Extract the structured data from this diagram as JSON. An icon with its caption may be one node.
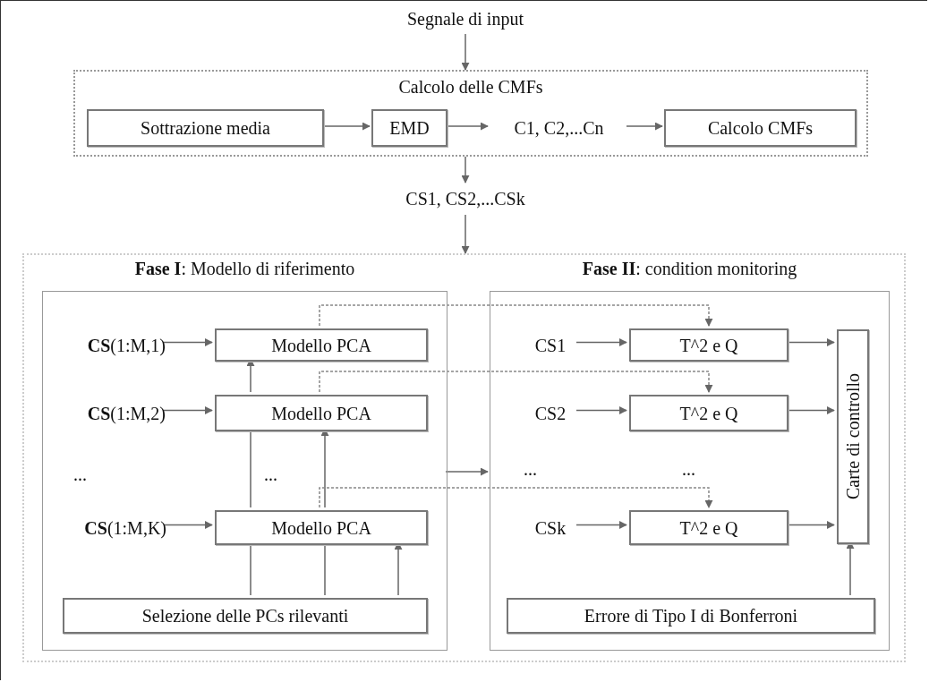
{
  "diagram": {
    "nodes": [
      {
        "text": [
          "Segnale di input"
        ]
      },
      {
        "text": [
          "Calcolo delle CMFs"
        ]
      },
      {
        "text": [
          "Sottrazione media"
        ],
        "in": 1
      },
      {
        "text": [
          "EMD"
        ],
        "in": 1
      },
      {
        "text": [
          "C1, C2,...Cn"
        ],
        "in": 1
      },
      {
        "text": [
          "Calcolo CMFs"
        ],
        "in": 1
      },
      {
        "text": [
          "CS1, CS2,...CSk"
        ]
      },
      {
        "text": [],
        "shape": "box"
      },
      {
        "text": [
          "**Fase I**: Modello di riferimento"
        ],
        "in": 7
      },
      {
        "text": [
          "**CS**(1:M,1)"
        ],
        "in": 8
      },
      {
        "text": [
          "Modello PCA"
        ],
        "in": 8
      },
      {
        "text": [
          "**CS**(1:M,2)"
        ],
        "in": 8
      },
      {
        "text": [
          "Modello PCA"
        ],
        "in": 8
      },
      {
        "text": [
          "**CS**(1:M,K)"
        ],
        "in": 8
      },
      {
        "text": [
          "Modello PCA"
        ],
        "in": 8
      },
      {
        "text": [
          "Selezione delle PCs rilevanti"
        ],
        "in": 8
      },
      {
        "text": [
          "**Fase II**: condition monitoring"
        ],
        "in": 7
      },
      {
        "text": [
          "CS1"
        ],
        "in": 16
      },
      {
        "text": [
          "T^2 e Q"
        ],
        "in": 16
      },
      {
        "text": [
          "CS2"
        ],
        "in": 16
      },
      {
        "text": [
          "T^2 e Q"
        ],
        "in": 16
      },
      {
        "text": [
          "CSk"
        ],
        "in": 16
      },
      {
        "text": [
          "T^2 e Q"
        ],
        "in": 16
      },
      {
        "text": [
          "Carte di controllo"
        ],
        "in": 16
      },
      {
        "text": [
          "Errore di Tipo I di Bonferroni"
        ],
        "in": 16
      }
    ],
    "edges": [
      {
        "from": 0,
        "to": 1,
        "arrow": "to"
      },
      {
        "from": 2,
        "to": 3,
        "arrow": "to"
      },
      {
        "from": 3,
        "to": 4,
        "arrow": "to"
      },
      {
        "from": 4,
        "to": 5,
        "arrow": "to"
      },
      {
        "from": 1,
        "to": 6,
        "arrow": "to"
      },
      {
        "from": 6,
        "to": 7,
        "arrow": "to"
      },
      {
        "from": 9,
        "to": 10,
        "arrow": "to"
      },
      {
        "from": 11,
        "to": 12,
        "arrow": "to"
      },
      {
        "from": 13,
        "to": 14,
        "arrow": "to"
      },
      {
        "from": 15,
        "to": 14,
        "arrow": "none"
      },
      {
        "from": 14,
        "to": 12,
        "arrow": "none"
      },
      {
        "from": 12,
        "to": 10,
        "arrow": "to"
      },
      {
        "from": 15,
        "to": 14,
        "arrow": "none"
      },
      {
        "from": 14,
        "to": 12,
        "arrow": "to"
      },
      {
        "from": 15,
        "to": 14,
        "arrow": "to"
      },
      {
        "from": 10,
        "to": 18,
        "arrow": "to",
        "style": "dashed"
      },
      {
        "from": 12,
        "to": 20,
        "arrow": "to",
        "style": "dashed"
      },
      {
        "from": 14,
        "to": 22,
        "arrow": "to",
        "style": "dashed"
      },
      {
        "from": 8,
        "to": 16,
        "arrow": "to"
      },
      {
        "from": 17,
        "to": 18,
        "arrow": "to"
      },
      {
        "from": 19,
        "to": 20,
        "arrow": "to"
      },
      {
        "from": 21,
        "to": 22,
        "arrow": "to"
      },
      {
        "from": 18,
        "to": 23,
        "arrow": "to"
      },
      {
        "from": 20,
        "to": 23,
        "arrow": "to"
      },
      {
        "from": 22,
        "to": 23,
        "arrow": "to"
      },
      {
        "from": 24,
        "to": 23,
        "arrow": "to"
      }
    ],
    "labels": [
      "...",
      "...",
      "...",
      "..."
    ]
  }
}
